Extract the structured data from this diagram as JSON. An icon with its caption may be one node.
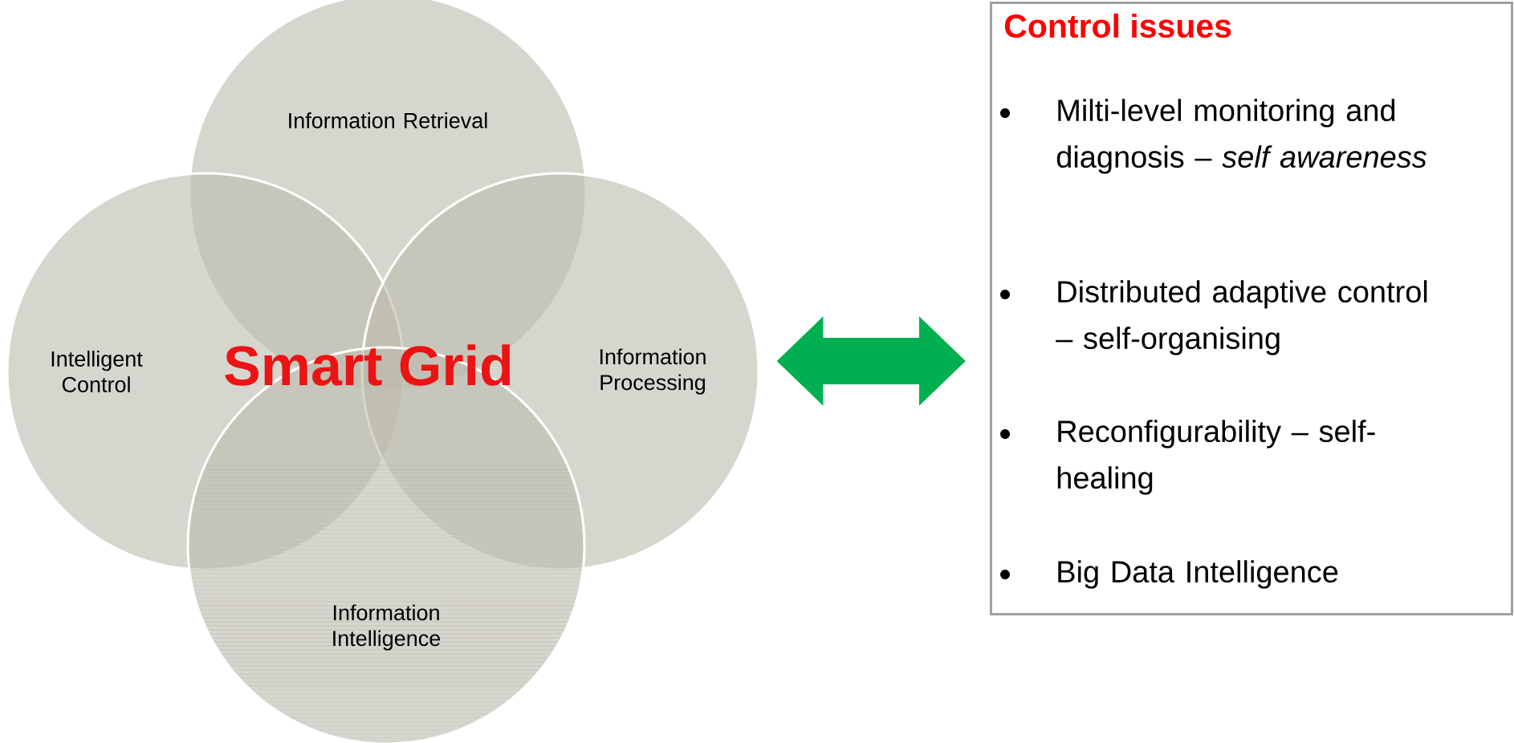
{
  "diagram": {
    "nodes": [
      {
        "text": [
          "Information Retrieval"
        ]
      },
      {
        "text": [
          "Intelligent Control"
        ]
      },
      {
        "text": [
          "Smart Grid"
        ]
      },
      {
        "text": [
          "Information Processing"
        ]
      },
      {
        "text": [
          "Information Intelligence"
        ]
      },
      {
        "text": [
          "Control issues",
          "Milti-level monitoring and diagnosis – *self awareness*",
          "Distributed adaptive control – self-organising",
          "Reconfigurability – self-healing",
          "Big Data Intelligence"
        ]
      }
    ],
    "edges": [
      {
        "from": 3,
        "to": 5,
        "arrow": "both"
      }
    ]
  }
}
